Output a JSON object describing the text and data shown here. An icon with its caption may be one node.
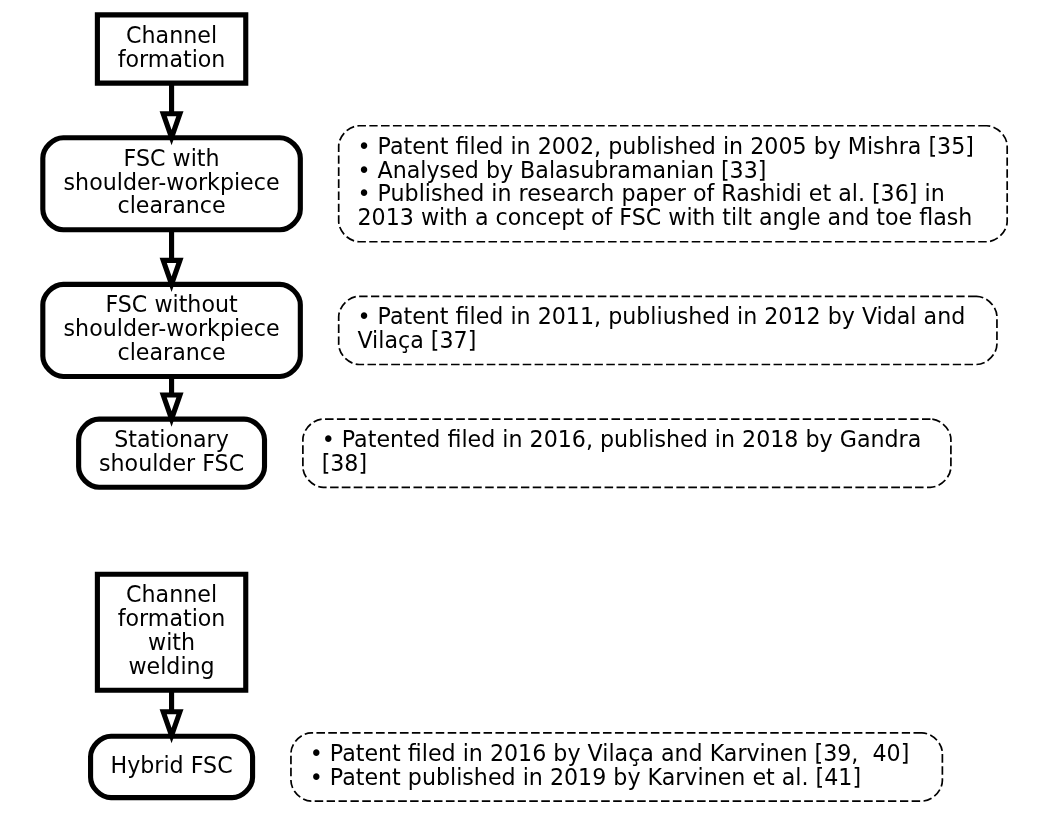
{
  "diagram": {
    "nodes": [
      {
        "text": [
          "Channel formation"
        ]
      },
      {
        "text": [
          "FSC with shoulder-workpiece clearance"
        ]
      },
      {
        "text": [
          "• Patent filed in 2002, published in 2005 by Mishra [35]",
          "• Analysed by Balasubramanian [33]",
          "• Published in research paper of Rashidi et al. [36] in 2013 with a concept of FSC with tilt angle and toe flash"
        ]
      },
      {
        "text": [
          "FSC without shoulder-workpiece clearance"
        ]
      },
      {
        "text": [
          "• Patent filed in 2011, publiushed in 2012 by Vidal and Vilaça [37]"
        ]
      },
      {
        "text": [
          "Stationary shoulder FSC"
        ]
      },
      {
        "text": [
          "• Patented filed in 2016, published in 2018 by Gandra [38]"
        ]
      },
      {
        "text": [
          "Channel formation with welding"
        ]
      },
      {
        "text": [
          "Hybrid FSC"
        ]
      },
      {
        "text": [
          "• Patent filed in 2016 by Vilaça and Karvinen [39,  40]",
          "• Patent published in 2019 by Karvinen et al. [41]"
        ]
      }
    ],
    "edges": [
      {
        "from": 0,
        "to": 1,
        "arrow": "to"
      },
      {
        "from": 1,
        "to": 3,
        "arrow": "to"
      },
      {
        "from": 3,
        "to": 5,
        "arrow": "to"
      },
      {
        "from": 7,
        "to": 8,
        "arrow": "to"
      }
    ]
  }
}
